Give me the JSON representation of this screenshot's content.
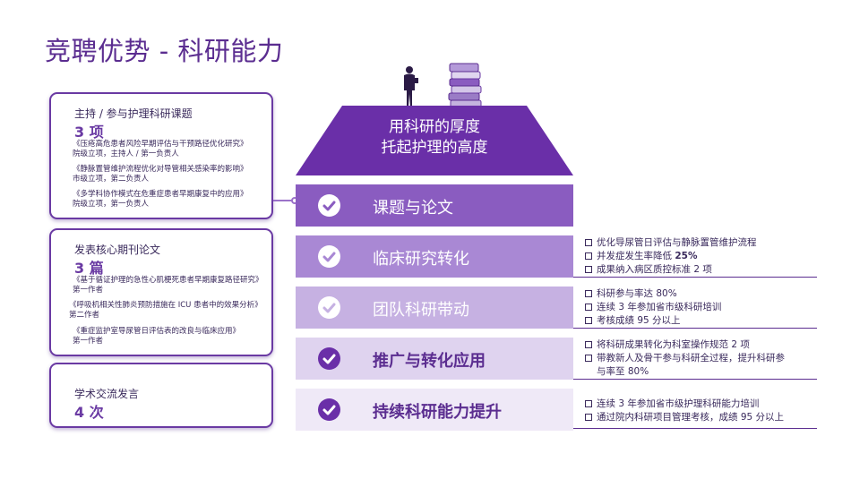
{
  "page": {
    "title": "竞聘优势 - 科研能力"
  },
  "cards": [
    {
      "title": "主持 / 参与护理科研课题",
      "count": "3 项",
      "items": [
        {
          "line1": "《压疮高危患者风险早期评估与干预路径优化研究》",
          "line2": "院级立项，主持人 / 第一负责人"
        },
        {
          "line1": "《静脉置管维护流程优化对导管相关感染率的影响》",
          "line2": "市级立项，第二负责人"
        },
        {
          "line1": "《多学科协作模式在危重症患者早期康复中的应用》",
          "line2": "院级立项，第一负责人"
        }
      ]
    },
    {
      "title": "发表核心期刊论文",
      "count": "3 篇",
      "items": [
        {
          "line1": "《基于循证护理的急性心肌梗死患者早期康复路径研究》",
          "line2": "第一作者"
        },
        {
          "line1": "《呼吸机相关性肺炎预防措施在 ICU 患者中的效果分析》",
          "line2": "第二作者"
        },
        {
          "line1": "《重症监护室导尿管日评估表的改良与临床应用》",
          "line2": "第一作者"
        }
      ]
    },
    {
      "title": "学术交流发言",
      "count": "4 次",
      "items": []
    }
  ],
  "house": {
    "roof_line1": "用科研的厚度",
    "roof_line2": "托起护理的高度",
    "bands": [
      {
        "label": "课题与论文",
        "bg": "#8a5cc0",
        "text_color": "#ffffff"
      },
      {
        "label": "临床研究转化",
        "bg": "#a988d4",
        "text_color": "#ffffff"
      },
      {
        "label": "团队科研带动",
        "bg": "#c6b1e2",
        "text_color": "#ffffff"
      },
      {
        "label": "推广与转化应用",
        "bg": "#dfd3ef",
        "text_color": "#5b2d90"
      },
      {
        "label": "持续科研能力提升",
        "bg": "#efe9f7",
        "text_color": "#5b2d90"
      }
    ]
  },
  "notes": [
    [
      {
        "text": "优化导尿管日评估与静脉置管维护流程"
      },
      {
        "text": "并发症发生率降低 ",
        "bold": "25%"
      },
      {
        "text": "成果纳入病区质控标准 2  项"
      }
    ],
    [
      {
        "text": "科研参与率达  80%"
      },
      {
        "text": "连续  3  年参加省市级科研培训"
      },
      {
        "text": "考核成绩  95  分以上"
      }
    ],
    [
      {
        "text": "将科研成果转化为科室操作规范  2  项"
      },
      {
        "text": "带教新人及骨干参与科研全过程，提升科研参"
      },
      {
        "text": "与率至  80%"
      }
    ],
    [
      {
        "text": "连续 3 年参加省市级护理科研能力培训"
      },
      {
        "text": "通过院内科研项目管理考核，成绩 95 分以上"
      }
    ]
  ],
  "colors": {
    "primary": "#5b2d90",
    "accent": "#6a3aa3",
    "roof": "#6a2fa8"
  },
  "icons": [
    "check-circle-icon",
    "person-reading-icon",
    "book-stack-icon"
  ]
}
